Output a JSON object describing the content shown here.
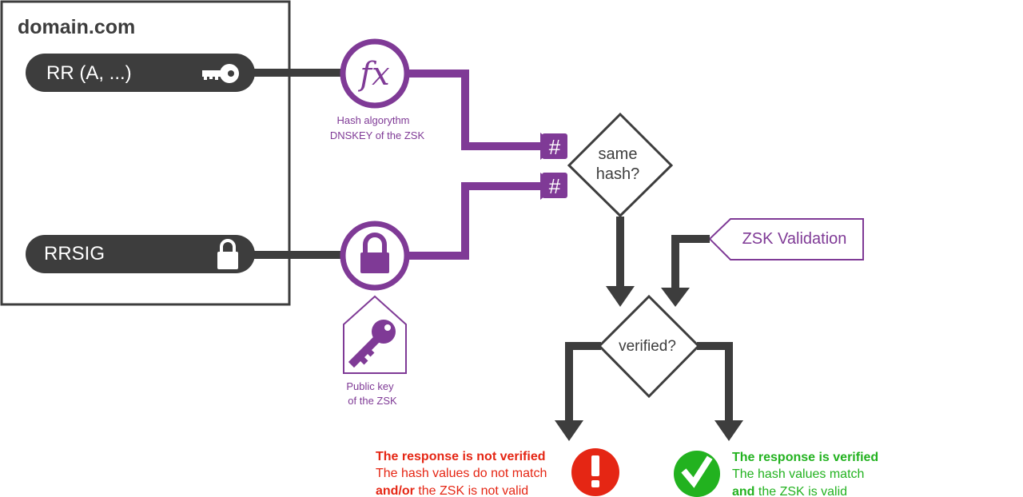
{
  "zone": {
    "title": "domain.com"
  },
  "records": {
    "rr_label": "RR (A, ...)",
    "rrsig_label": "RRSIG"
  },
  "hash_function": {
    "symbol": "fx",
    "caption_line1": "Hash algorythm",
    "caption_line2": "DNSKEY of the ZSK"
  },
  "hash_markers": {
    "symbol_top": "#",
    "symbol_bottom": "#"
  },
  "public_key": {
    "caption_line1": "Public key",
    "caption_line2": "of the ZSK"
  },
  "decisions": {
    "same_hash_line1": "same",
    "same_hash_line2": "hash?",
    "verified": "verified?"
  },
  "zsk_validation": {
    "label": "ZSK Validation"
  },
  "outcomes": {
    "fail": {
      "title": "The response is not verified",
      "line2": "The hash values do not match",
      "line3_bold": "and/or",
      "line3_rest": " the ZSK is not valid"
    },
    "success": {
      "title": "The response is verified",
      "line2": "The hash values match",
      "line3_bold": "and",
      "line3_rest": " the ZSK is valid"
    }
  },
  "colors": {
    "dark": "#3d3d3d",
    "purple": "#7f3a96",
    "red": "#e52614",
    "green": "#22b21f",
    "white": "#ffffff"
  },
  "icons": [
    "key-icon",
    "lock-icon",
    "function-icon",
    "hash-icon",
    "padlock-icon",
    "public-key-icon",
    "exclamation-icon",
    "checkmark-icon"
  ]
}
